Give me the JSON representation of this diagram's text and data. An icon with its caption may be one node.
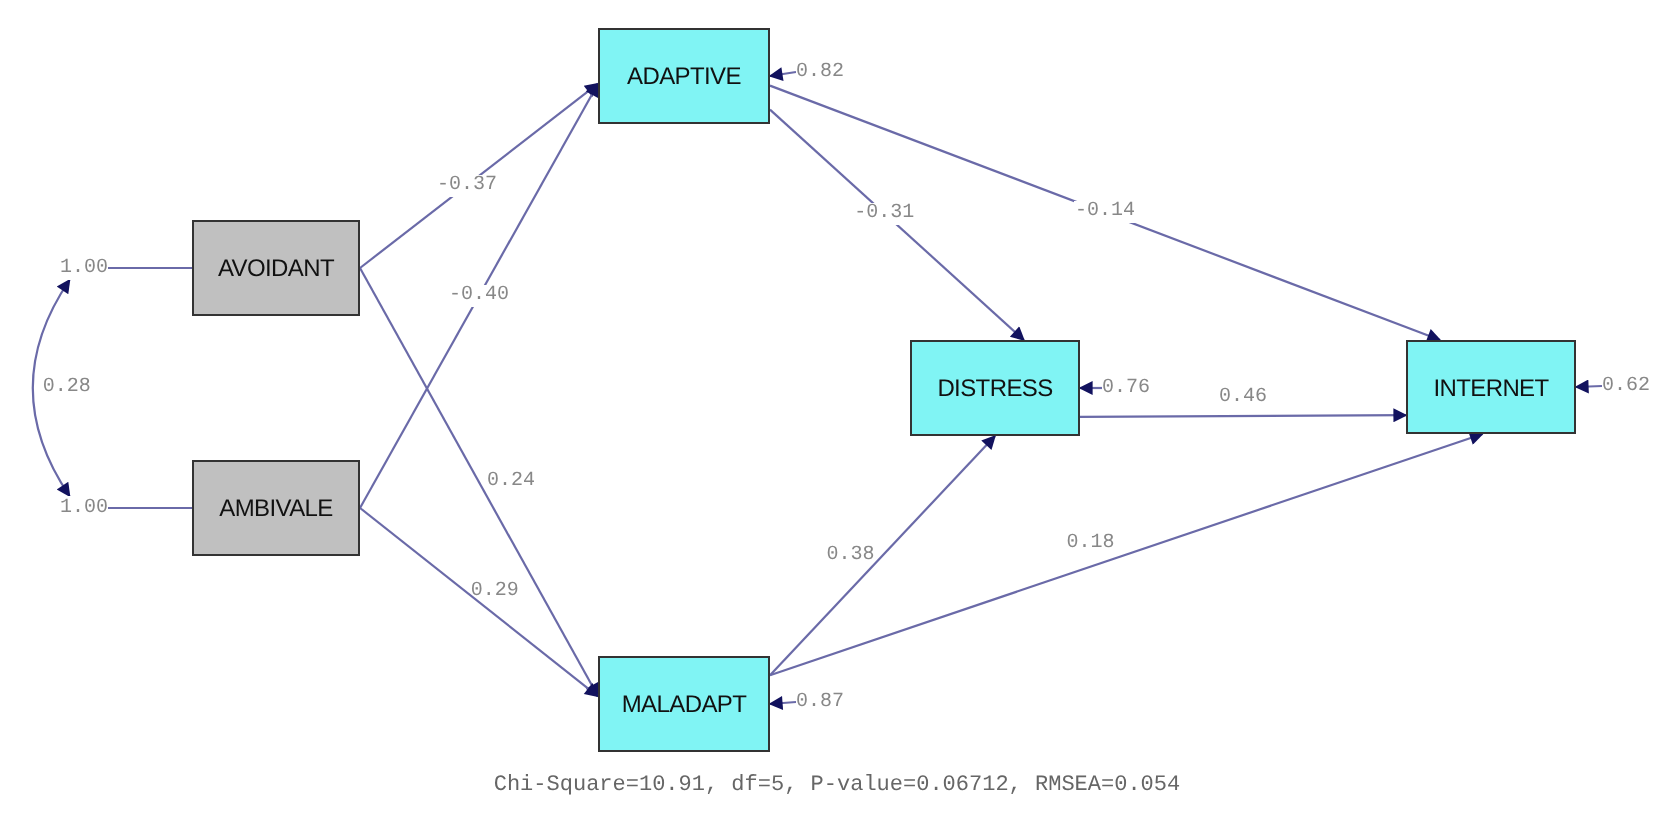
{
  "diagram": {
    "caption": "Chi-Square=10.91, df=5, P-value=0.06712, RMSEA=0.054",
    "nodes": [
      {
        "text": [
          "AVOIDANT"
        ]
      },
      {
        "text": [
          "AMBIVALE"
        ]
      },
      {
        "text": [
          "ADAPTIVE"
        ]
      },
      {
        "text": [
          "DISTRESS"
        ]
      },
      {
        "text": [
          "INTERNET"
        ]
      },
      {
        "text": [
          "MALADAPT"
        ]
      },
      {
        "text": [
          "1.00"
        ]
      },
      {
        "text": [
          "1.00"
        ]
      },
      {
        "text": [
          "0.82"
        ]
      },
      {
        "text": [
          "0.76"
        ]
      },
      {
        "text": [
          "0.62"
        ]
      },
      {
        "text": [
          "0.87"
        ]
      }
    ],
    "edges": [
      {
        "from": 0,
        "to": 2,
        "arrow": "to",
        "label": "-0.37"
      },
      {
        "from": 1,
        "to": 2,
        "arrow": "to",
        "label": "-0.40"
      },
      {
        "from": 0,
        "to": 5,
        "arrow": "to",
        "label": "0.24"
      },
      {
        "from": 1,
        "to": 5,
        "arrow": "to",
        "label": "0.29"
      },
      {
        "from": 2,
        "to": 3,
        "arrow": "to",
        "label": "-0.31"
      },
      {
        "from": 2,
        "to": 4,
        "arrow": "to",
        "label": "-0.14"
      },
      {
        "from": 3,
        "to": 4,
        "arrow": "to",
        "label": "0.46"
      },
      {
        "from": 5,
        "to": 3,
        "arrow": "to",
        "label": "0.38"
      },
      {
        "from": 5,
        "to": 4,
        "arrow": "to",
        "label": "0.18"
      },
      {
        "from": 6,
        "to": 0,
        "arrow": "none"
      },
      {
        "from": 7,
        "to": 1,
        "arrow": "none"
      },
      {
        "from": 8,
        "to": 2,
        "arrow": "to"
      },
      {
        "from": 9,
        "to": 3,
        "arrow": "to"
      },
      {
        "from": 10,
        "to": 4,
        "arrow": "to"
      },
      {
        "from": 11,
        "to": 5,
        "arrow": "to"
      },
      {
        "from": 6,
        "to": 7,
        "arrow": "both",
        "label": "0.28"
      }
    ]
  }
}
